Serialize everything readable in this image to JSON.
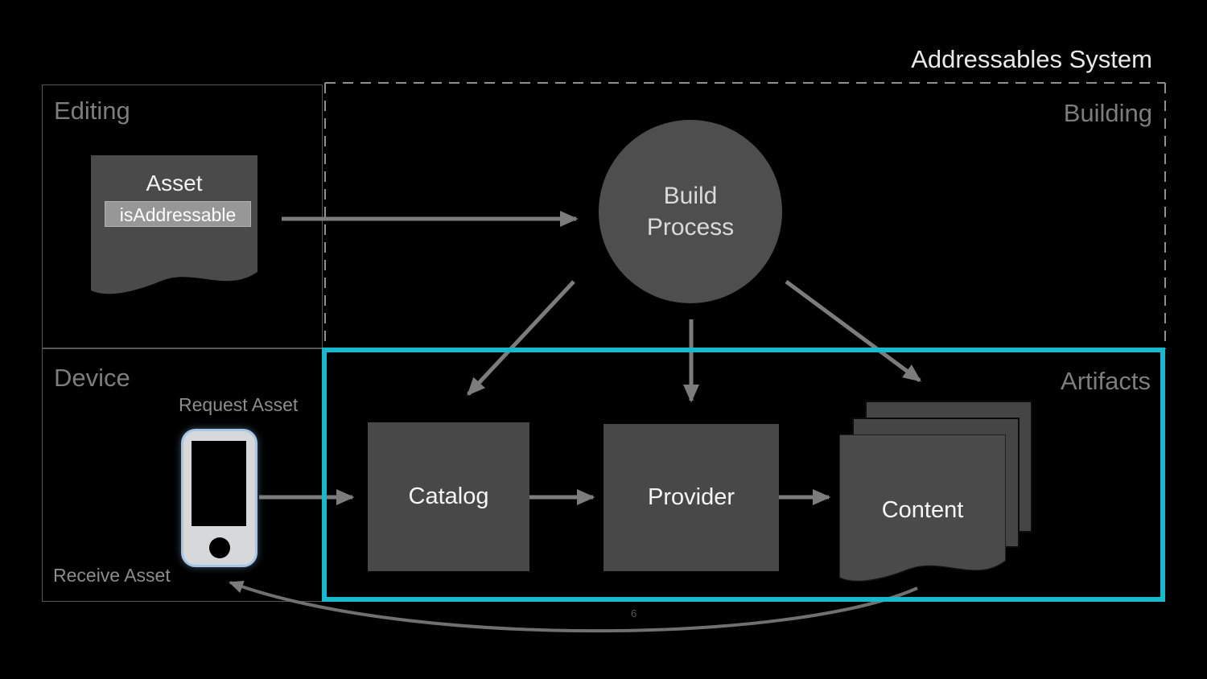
{
  "slide": {
    "title": "Addressables System",
    "page_number": "6"
  },
  "sections": {
    "editing": "Editing",
    "building": "Building",
    "device": "Device",
    "artifacts": "Artifacts"
  },
  "nodes": {
    "asset": {
      "label": "Asset",
      "flag": "isAddressable"
    },
    "build_process": {
      "label": "Build Process"
    },
    "catalog": {
      "label": "Catalog"
    },
    "provider": {
      "label": "Provider"
    },
    "content": {
      "label": "Content"
    }
  },
  "device_flow": {
    "request": "Request Asset",
    "receive": "Receive Asset"
  },
  "icons": {
    "phone": "smartphone-icon",
    "asset_shape": "document-icon",
    "content_shape": "stacked-documents-icon"
  },
  "colors": {
    "background": "#000000",
    "accent_cyan": "#18b9ce",
    "arrow_gray": "#7c7c7c",
    "node_fill": "#484848",
    "highlight_fill": "#979797",
    "phone_border": "#a6c6e6",
    "title_text": "#e9e9e9",
    "section_text": "#7d7d7d"
  }
}
